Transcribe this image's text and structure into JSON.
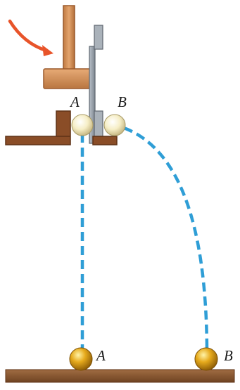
{
  "labels": {
    "ball_a_start": "A",
    "ball_b_start": "B",
    "ball_a_end": "A",
    "ball_b_end": "B"
  },
  "colors": {
    "hammer": "#d9965f",
    "hammer_edge": "#9b5a2c",
    "arrow": "#e8542a",
    "ledge": "#8a4d27",
    "ledge_edge": "#5e3216",
    "spring_plate": "#9aa3ad",
    "spring_plate_edge": "#5f6770",
    "ball_light": "#f6eec6",
    "ball_gold": "#e1a318",
    "trajectory": "#2f9ed6",
    "ground": "#8a5a34"
  },
  "icons": {
    "arrow": "curved-arrow-icon"
  }
}
